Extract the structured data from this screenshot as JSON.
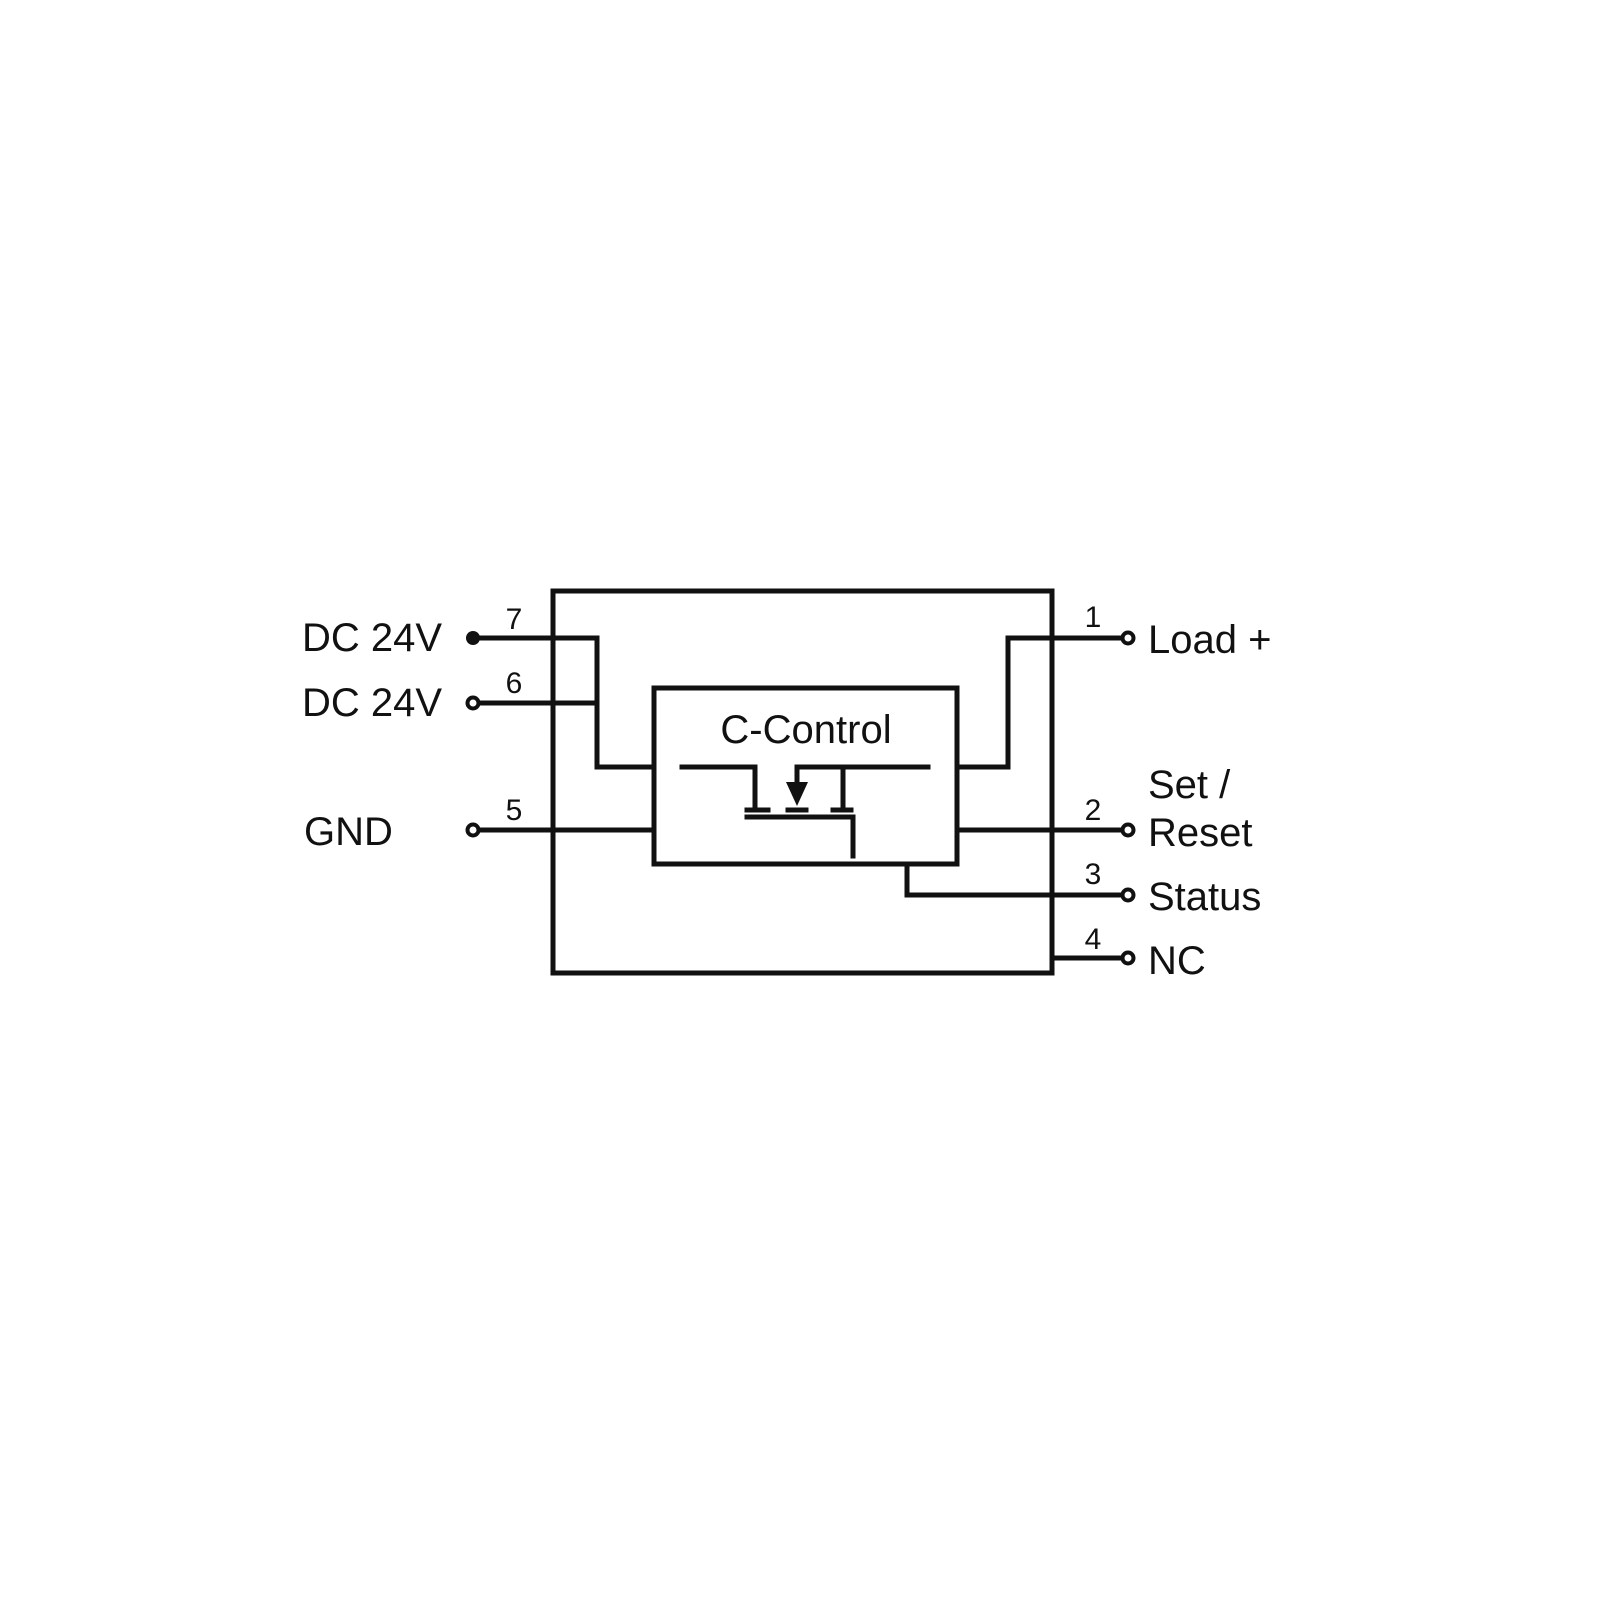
{
  "block": {
    "title": "C-Control"
  },
  "pins": {
    "p7": {
      "number": "7",
      "label": "DC 24V"
    },
    "p6": {
      "number": "6",
      "label": "DC 24V"
    },
    "p5": {
      "number": "5",
      "label": "GND"
    },
    "p1": {
      "number": "1",
      "label": "Load +"
    },
    "p2": {
      "number": "2",
      "label_line1": "Set /",
      "label_line2": "Reset"
    },
    "p3": {
      "number": "3",
      "label": "Status"
    },
    "p4": {
      "number": "4",
      "label": "NC"
    }
  }
}
